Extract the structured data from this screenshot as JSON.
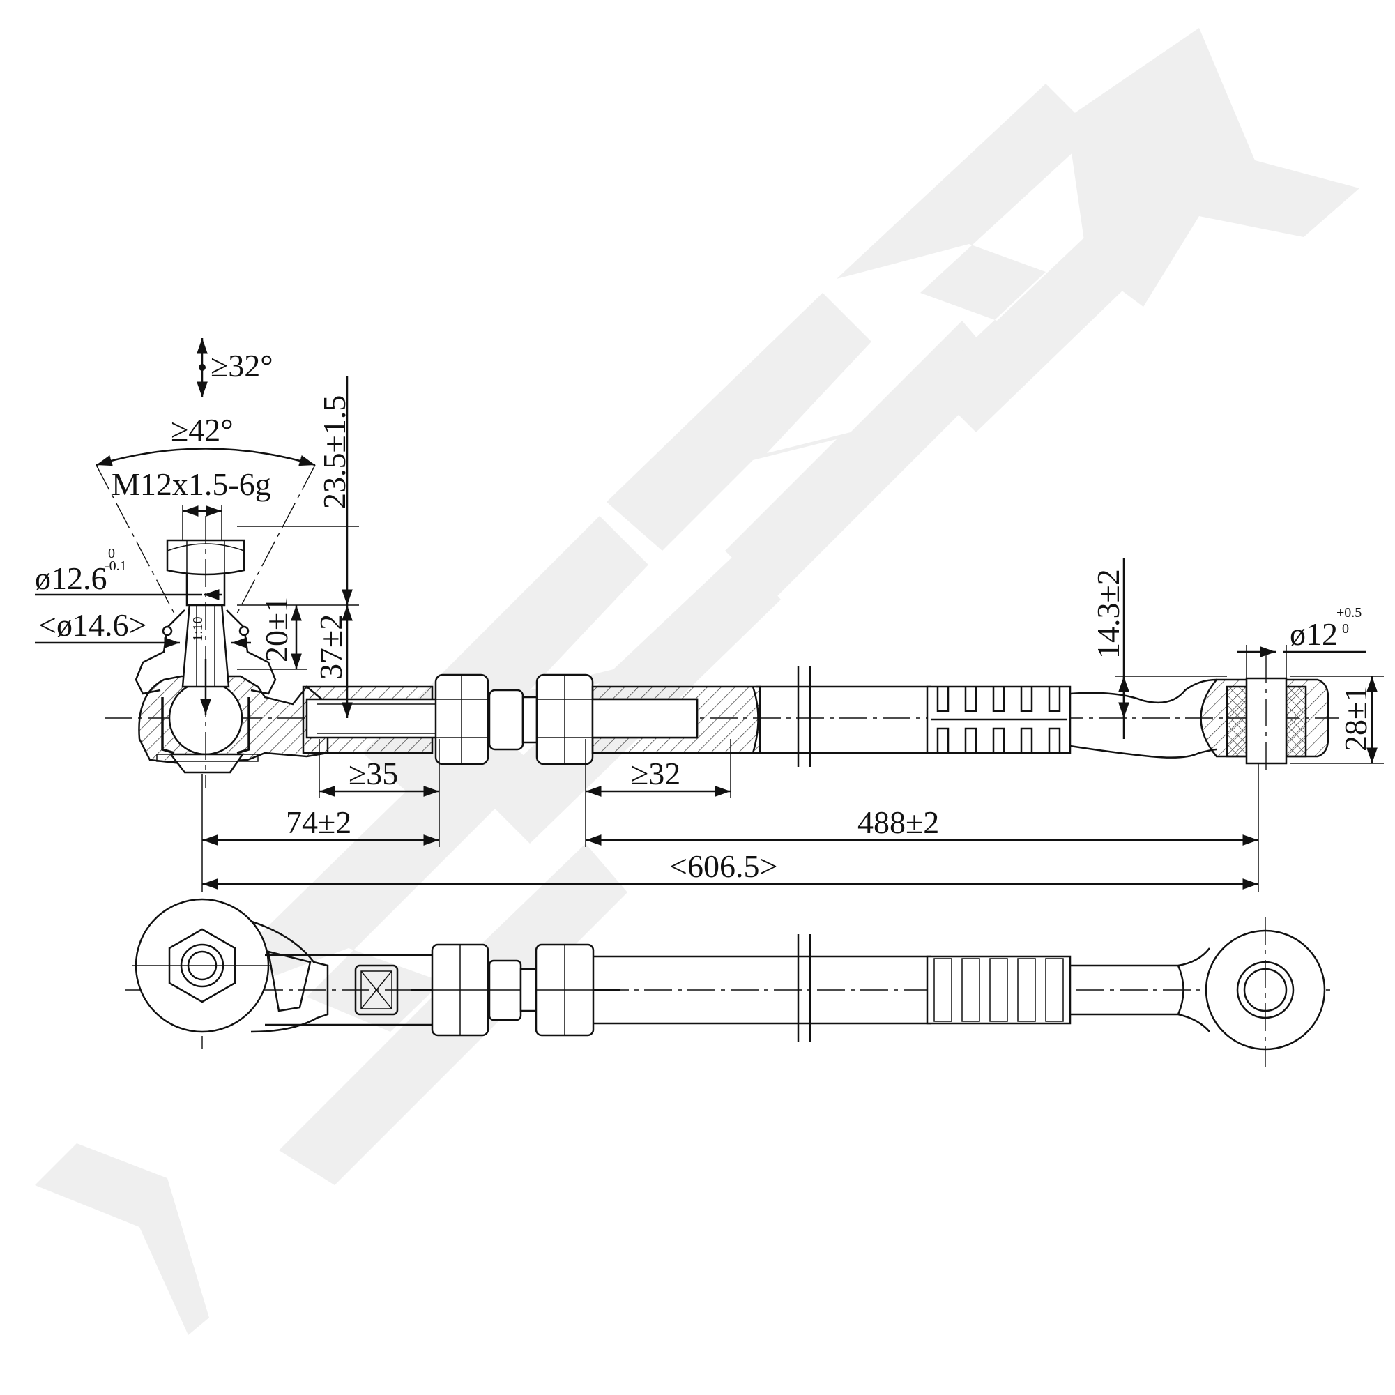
{
  "watermark": {
    "text": "ZENNEK",
    "color": "#efefef"
  },
  "dimensions": {
    "swing_angle": "≥32°",
    "cone_angle": "≥42°",
    "thread": "M12x1.5-6g",
    "stud_height": "23.5±1.5",
    "stud_dia_main": "ø12.6",
    "stud_dia_tol_upper": "0",
    "stud_dia_tol_lower": "-0.1",
    "boot_dia": "<ø14.6>",
    "taper": "1:10",
    "cone_length": "20±1",
    "stud_total": "37±2",
    "thread_left": "≥35",
    "thread_right": "≥32",
    "left_length": "74±2",
    "right_length": "488±2",
    "total_length": "<606.5>",
    "offset": "14.3±2",
    "bush_dia_main": "ø12",
    "bush_dia_tol_upper": "+0.5",
    "bush_dia_tol_lower": "0",
    "bush_width": "28±1"
  },
  "icons": [
    "ball-joint-section",
    "adjuster-nut",
    "rubber-bushing",
    "eye-end"
  ]
}
